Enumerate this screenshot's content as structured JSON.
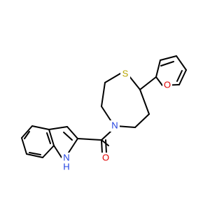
{
  "molecule": {
    "atoms": {
      "S": {
        "text": "S",
        "color": "#b8a500"
      },
      "O_furan": {
        "text": "O",
        "color": "#e00000"
      },
      "N_ring": {
        "text": "N",
        "color": "#2040e0"
      },
      "O_carbonyl": {
        "text": "O",
        "color": "#e00000"
      },
      "NH": {
        "text": "H",
        "color": "#2040e0"
      },
      "N_indole": {
        "text": "N",
        "color": "#2040e0"
      }
    },
    "bond_color": "#000000"
  }
}
